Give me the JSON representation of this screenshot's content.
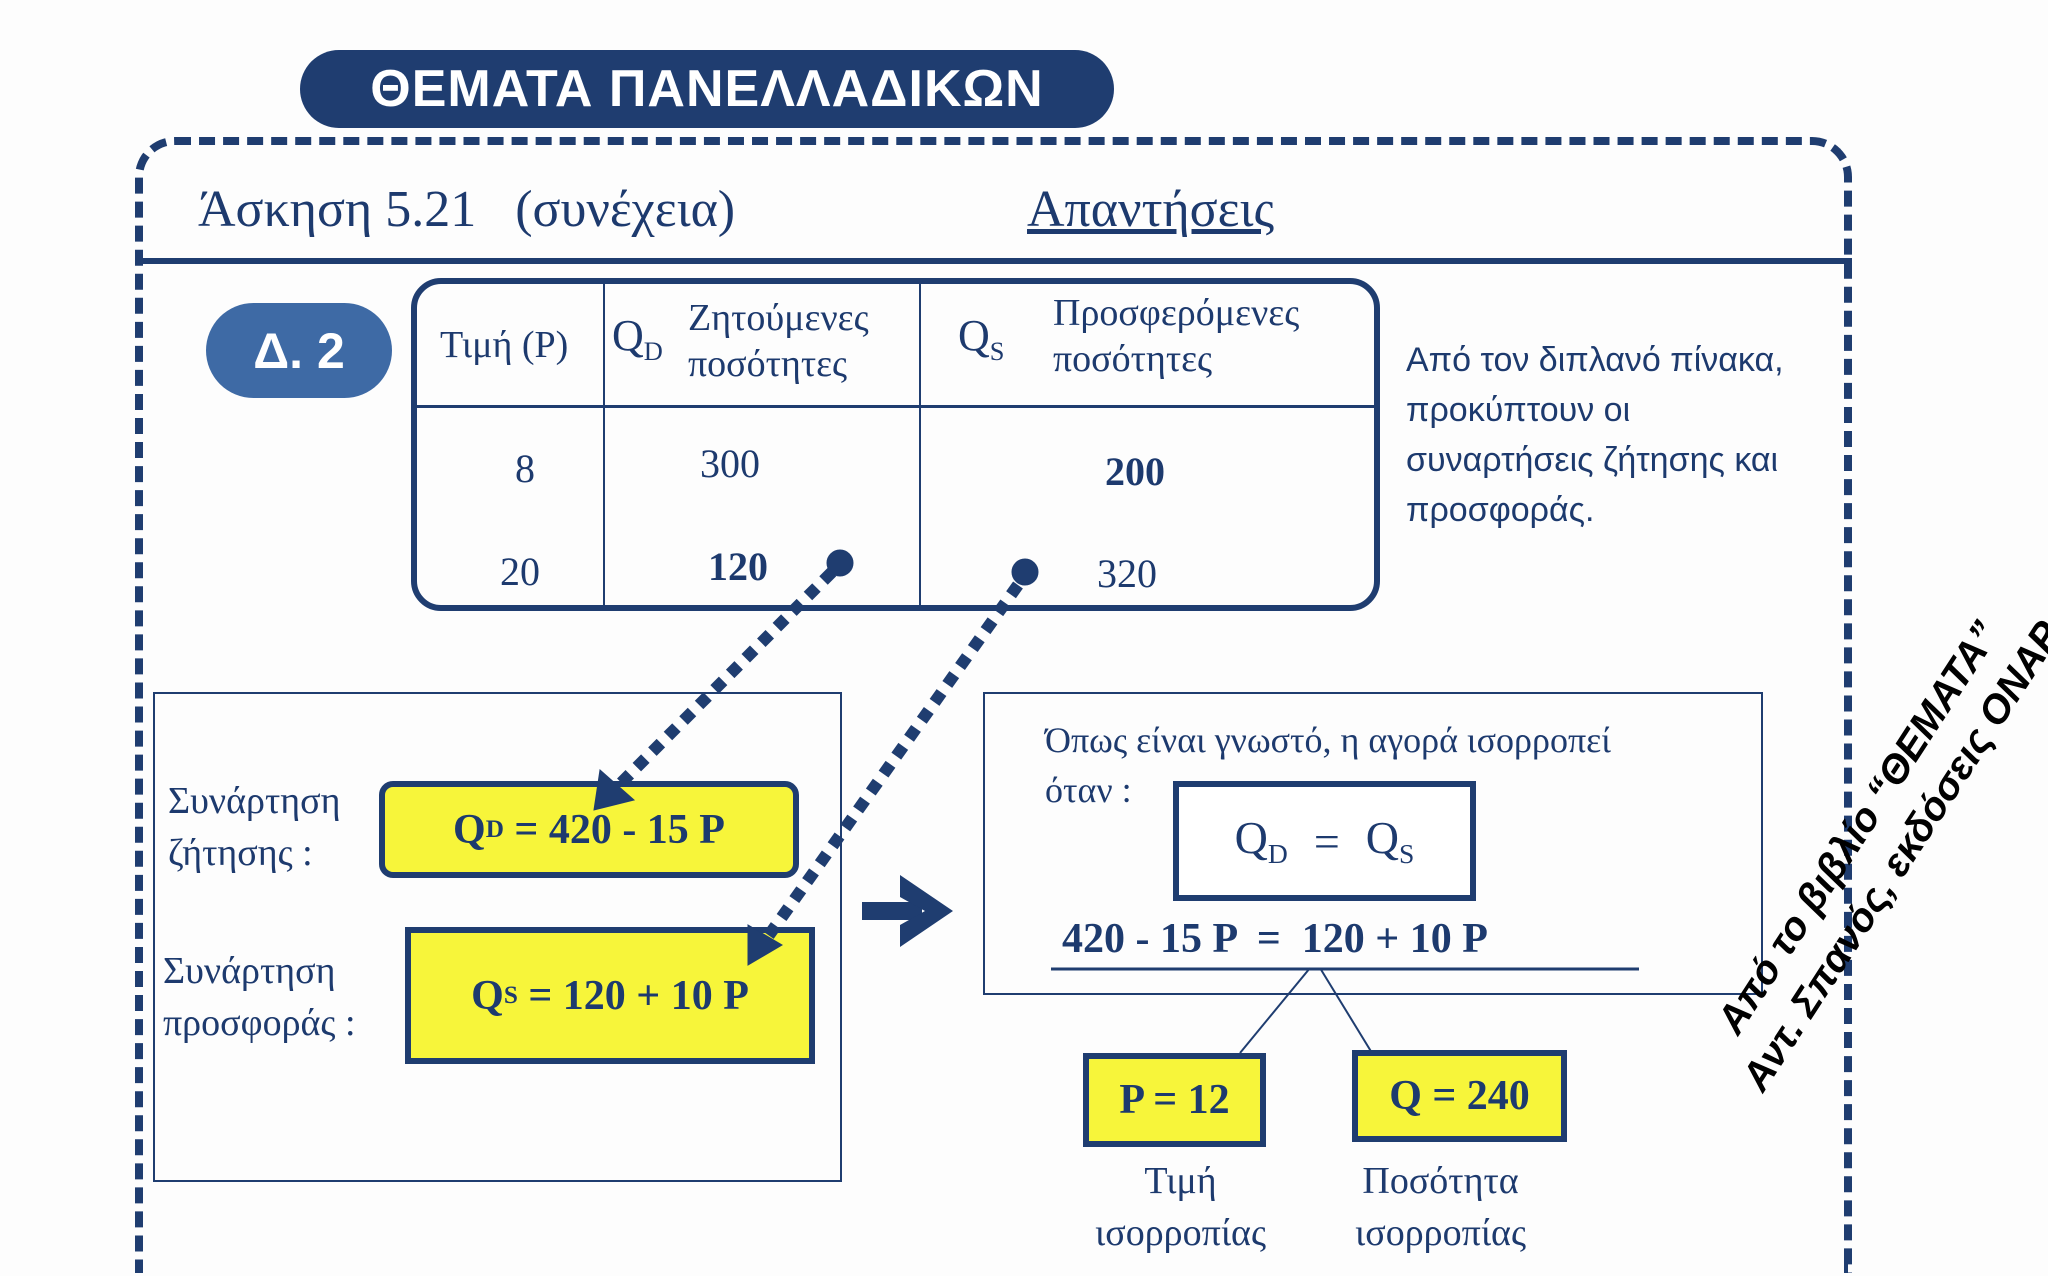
{
  "banner": "ΘΕΜΑΤΑ ΠΑΝΕΛΛΑΔΙΚΩΝ",
  "header": {
    "exercise": "Άσκηση 5.21",
    "continued": "(συνέχεια)",
    "answers": "Απαντήσεις"
  },
  "badge": "Δ. 2",
  "table": {
    "headers": {
      "price": "Τιμή (P)",
      "qd_symbol": "Q",
      "qd_sub": "D",
      "qd_label_1": "Ζητούμενες",
      "qd_label_2": "ποσότητες",
      "qs_symbol": "Q",
      "qs_sub": "S",
      "qs_label_1": "Προσφερόμενες",
      "qs_label_2": "ποσότητες"
    },
    "rows": [
      {
        "p": "8",
        "qd": "300",
        "qs": "200"
      },
      {
        "p": "20",
        "qd": "120",
        "qs": "320"
      }
    ]
  },
  "side_note": "Από τον διπλανό πίνακα, προκύπτουν οι συναρτήσεις ζήτησης και προσφοράς.",
  "demand": {
    "label_1": "Συνάρτηση",
    "label_2": "ζήτησης :",
    "q": "Q",
    "sub": "D",
    "rhs": "= 420 - 15 P"
  },
  "supply": {
    "label_1": "Συνάρτηση",
    "label_2": "προσφοράς :",
    "q": "Q",
    "sub": "S",
    "rhs": "= 120 + 10 P"
  },
  "equilibrium": {
    "text_1": "Όπως είναι γνωστό, η αγορά ισορροπεί",
    "text_2": "όταν :",
    "q1": "Q",
    "s1": "D",
    "eq": "=",
    "q2": "Q",
    "s2": "S",
    "equation": "420 - 15 P  =  120 + 10 P"
  },
  "results": {
    "price": "P = 12",
    "quantity": "Q = 240",
    "price_label_1": "Τιμή",
    "price_label_2": "ισορροπίας",
    "quantity_label_1": "Ποσότητα",
    "quantity_label_2": "ισορροπίας"
  },
  "source": {
    "line_1": "Από το βιβλίο “ΘΕΜΑΤΑ”",
    "line_2": "Αντ. Σπανός, εκδόσεις ΟΝΑΡ"
  },
  "colors": {
    "navy": "#1f3d70",
    "highlight": "#f7f53a",
    "badge": "#3e6aa5"
  }
}
